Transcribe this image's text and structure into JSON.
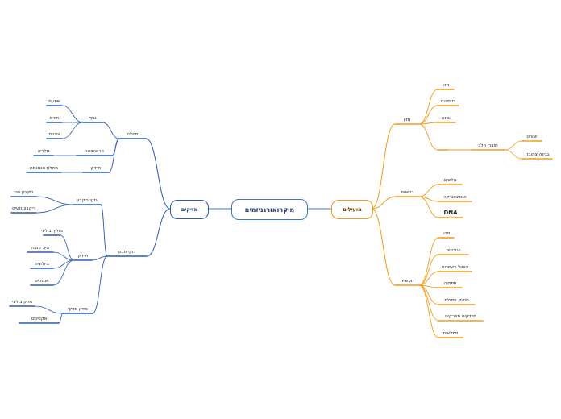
{
  "root": {
    "label": "מיקרואורגניזמים"
  },
  "left": {
    "label": "מזיקים",
    "color": "#2a5bb0",
    "groups": [
      {
        "label": "מחלה",
        "children": [
          {
            "label": "נגיף",
            "children": [
              "שפעת",
              "חירס",
              "צהבת"
            ]
          },
          {
            "label": "פרוטוזואה",
            "children": [
              "מלריה"
            ]
          },
          {
            "label": "חיידק",
            "children": [
              "מחלת הנמנמת"
            ]
          }
        ]
      },
      {
        "label": "נזקי טבע",
        "children": [
          {
            "label": "נזקי ריקבון",
            "children": [
              "ריקבון פרי",
              "ריקבון גזעים"
            ]
          },
          {
            "label": "חיידק",
            "children": [
              "מוליך בוליני",
              "סיב קובה",
              "ביולוגיה",
              "אנטרים"
            ]
          },
          {
            "label": "מזיק מזיקי",
            "children": [
              "מזיק בוליני",
              "אקטינוס"
            ]
          }
        ]
      }
    ]
  },
  "right": {
    "label": "מועילים",
    "color": "#f29b1a",
    "groups": [
      {
        "label": "מזון",
        "children": [
          {
            "label": "מזון"
          },
          {
            "label": "ויטמינים"
          },
          {
            "label": "גבינה"
          },
          {
            "label": "",
            "children": [
              {
                "label": "מוצרי חלב",
                "children": [
                  "יוגורט",
                  "גבינה צהובה"
                ]
              }
            ]
          }
        ]
      },
      {
        "label": "בריאות",
        "children": [
          {
            "label": "גולשים"
          },
          {
            "label": "אנטיביוטיקה"
          },
          {
            "label": "DNA"
          }
        ]
      },
      {
        "label": "תעשייה",
        "children": [
          {
            "label": "סבון"
          },
          {
            "label": "יוגורטים"
          },
          {
            "label": "טיפול בשפכים"
          },
          {
            "label": "תפוקה"
          },
          {
            "label": "סילוק פסולת"
          },
          {
            "label": "חיידקים מפרקים"
          },
          {
            "label": "תפלאות"
          }
        ]
      }
    ]
  }
}
